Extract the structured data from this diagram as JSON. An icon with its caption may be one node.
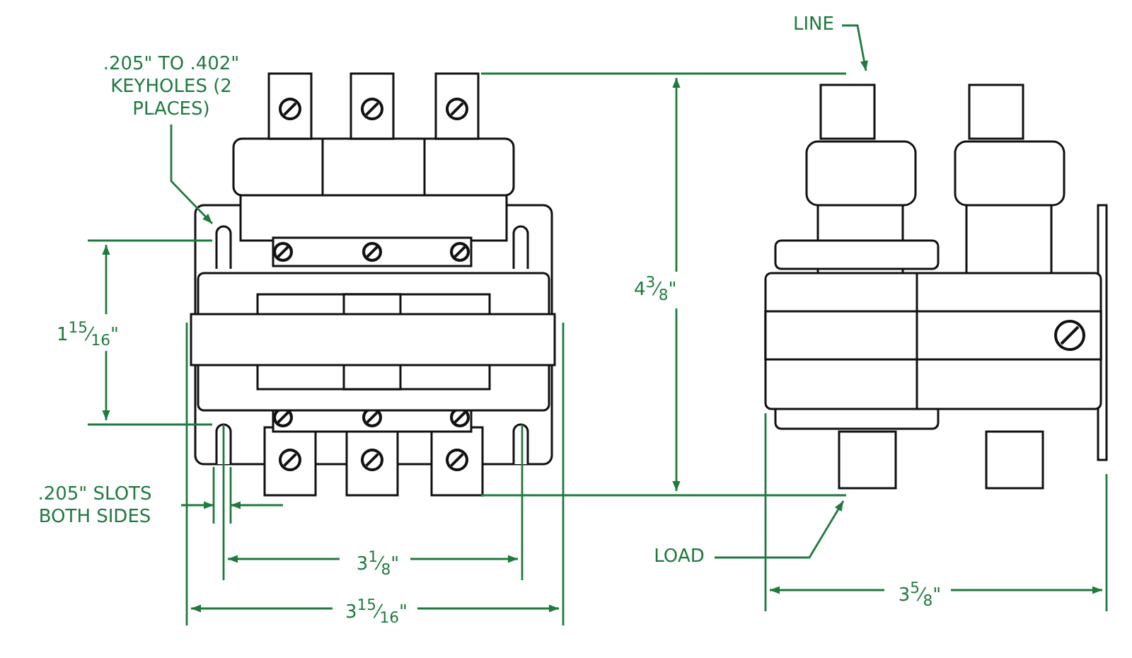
{
  "diagram": {
    "nodes": [
      {
        "text": [
          ".205\" TO .402\" KEYHOLES (2 PLACES)"
        ]
      },
      {
        "text": [
          "LINE"
        ]
      },
      {
        "text": [
          "LOAD"
        ]
      }
    ],
    "edges": [
      {
        "from": 0,
        "to": null,
        "arrow": "to"
      },
      {
        "from": 1,
        "to": null,
        "arrow": "to"
      },
      {
        "from": 2,
        "to": null,
        "arrow": "to"
      }
    ],
    "labels": [
      "4$^{3}$⁄$_{8}$\"",
      "1$^{15}$⁄$_{16}$\"",
      ".205\" SLOTS BOTH SIDES",
      "3$^{1}$⁄$_{8}$\"",
      "3$^{15}$⁄$_{16}$\"",
      "3$^{5}$⁄$_{8}$\""
    ]
  }
}
